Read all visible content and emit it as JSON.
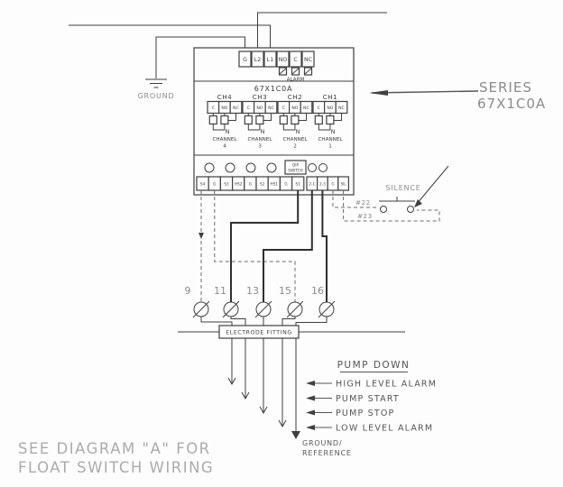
{
  "series_callout": {
    "line1": "SERIES",
    "line2": "67X1C0A"
  },
  "power": {
    "ground_label": "GROUND"
  },
  "unit": {
    "model": "67X1C0A",
    "top_terminals": [
      "G",
      "L2",
      "L1",
      "NO",
      "C",
      "NC"
    ],
    "alarm_label": "ALARM",
    "channels": [
      {
        "header": "CH4",
        "cells": [
          "C",
          "NO",
          "NC"
        ],
        "n": "N",
        "caption": "CHANNEL",
        "number": "4"
      },
      {
        "header": "CH3",
        "cells": [
          "C",
          "NO",
          "NC"
        ],
        "n": "N",
        "caption": "CHANNEL",
        "number": "3"
      },
      {
        "header": "CH2",
        "cells": [
          "C",
          "NO",
          "NC"
        ],
        "n": "N",
        "caption": "CHANNEL",
        "number": "2"
      },
      {
        "header": "CH1",
        "cells": [
          "C",
          "NO",
          "NC"
        ],
        "n": "N",
        "caption": "CHANNEL",
        "number": "1"
      }
    ],
    "dip": [
      "DIP",
      "SWITCH"
    ],
    "bottom_terminals_left": [
      "S4",
      "G",
      "S3",
      "HS2",
      "G",
      "S2",
      "HS1",
      "G",
      "S1"
    ],
    "bottom_terminals_right": [
      "2-1",
      "2-3",
      "G",
      "SIL"
    ]
  },
  "silence": {
    "label": "SILENCE",
    "wire_22": "#22",
    "wire_23": "#23"
  },
  "electrodes": {
    "numbers": [
      "9",
      "11",
      "13",
      "15",
      "16"
    ],
    "fitting_label": "ELECTRODE FITTING"
  },
  "legend": {
    "title": "PUMP DOWN",
    "items": [
      "HIGH LEVEL ALARM",
      "PUMP START",
      "PUMP STOP",
      "LOW LEVEL ALARM"
    ],
    "ground_line1": "GROUND/",
    "ground_line2": "REFERENCE"
  },
  "note": {
    "line1": "SEE DIAGRAM \"A\" FOR",
    "line2": "FLOAT SWITCH WIRING"
  },
  "colors": {
    "line": "#3f3f3f",
    "gray_text": "#8b8b8b",
    "light_text": "#ababab"
  }
}
